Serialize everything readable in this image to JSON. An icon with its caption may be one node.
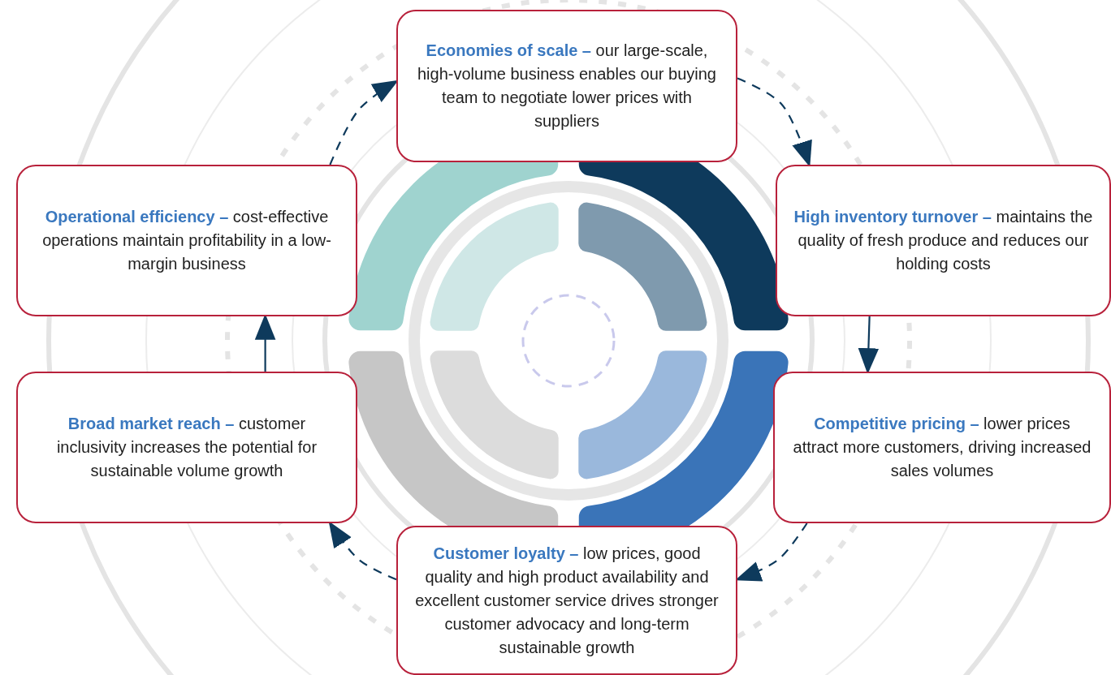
{
  "diagram": {
    "nodes": [
      {
        "text": [
          "**Economies of scale –** our large-scale, high-volume business enables our buying team to negotiate lower prices with suppliers"
        ]
      },
      {
        "text": [
          "**High inventory turnover –** maintains the quality of fresh produce and reduces our holding costs"
        ]
      },
      {
        "text": [
          "**Competitive pricing –** lower prices attract more customers, driving increased sales volumes"
        ]
      },
      {
        "text": [
          "**Customer loyalty –** low prices, good quality and high product availability and excellent customer service drives stronger customer advocacy and long-term sustainable growth"
        ]
      },
      {
        "text": [
          "**Broad market reach –** customer inclusivity increases the potential for sustainable volume growth"
        ]
      },
      {
        "text": [
          "**Operational efficiency –** cost-effective operations maintain profitability in a low-margin business"
        ]
      }
    ],
    "edges": [
      {
        "from": 0,
        "to": 1,
        "arrow": "to",
        "style": "dashed"
      },
      {
        "from": 1,
        "to": 2,
        "arrow": "to"
      },
      {
        "from": 2,
        "to": 3,
        "arrow": "to",
        "style": "dashed"
      },
      {
        "from": 3,
        "to": 4,
        "arrow": "to",
        "style": "dashed"
      },
      {
        "from": 4,
        "to": 5,
        "arrow": "to"
      },
      {
        "from": 5,
        "to": 0,
        "arrow": "to",
        "style": "dashed"
      }
    ]
  }
}
